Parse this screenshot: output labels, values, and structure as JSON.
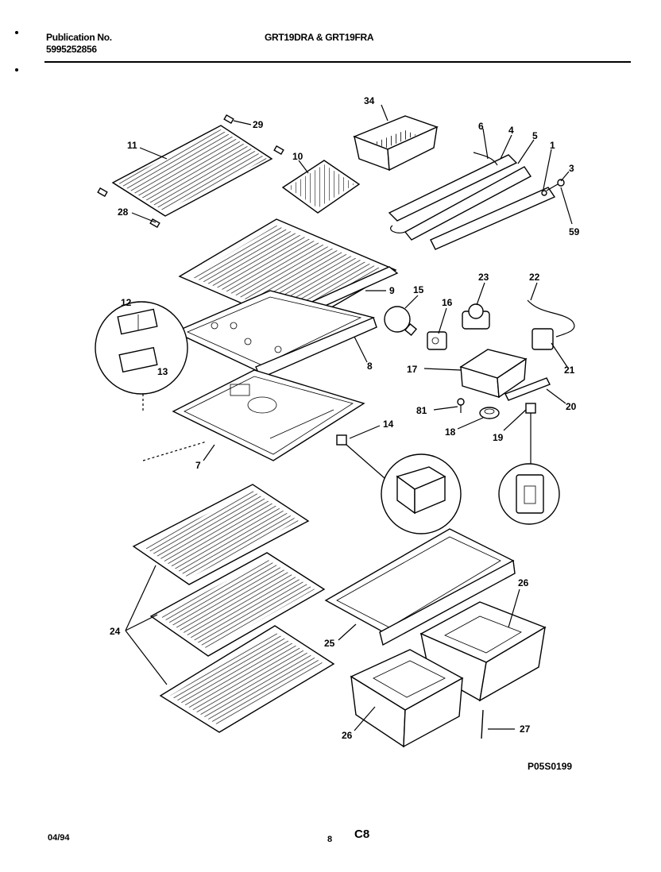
{
  "header": {
    "publication_label": "Publication No.",
    "publication_number": "5995252856",
    "model_title": "GRT19DRA & GRT19FRA"
  },
  "diagram": {
    "drawing_number": "P05S0199",
    "part_labels": {
      "p34": "34",
      "p29": "29",
      "p11": "11",
      "p10": "10",
      "p28": "28",
      "p6": "6",
      "p4": "4",
      "p5": "5",
      "p1": "1",
      "p3": "3",
      "p59": "59",
      "p9": "9",
      "p15": "15",
      "p16": "16",
      "p23": "23",
      "p22": "22",
      "p12": "12",
      "p13": "13",
      "p8": "8",
      "p17": "17",
      "p21": "21",
      "p81": "81",
      "p20": "20",
      "p18": "18",
      "p19": "19",
      "p14": "14",
      "p7": "7",
      "p24": "24",
      "p25": "25",
      "p26a": "26",
      "p26b": "26",
      "p27": "27"
    }
  },
  "footer": {
    "date": "04/94",
    "page_number": "8",
    "page_code": "C8"
  }
}
